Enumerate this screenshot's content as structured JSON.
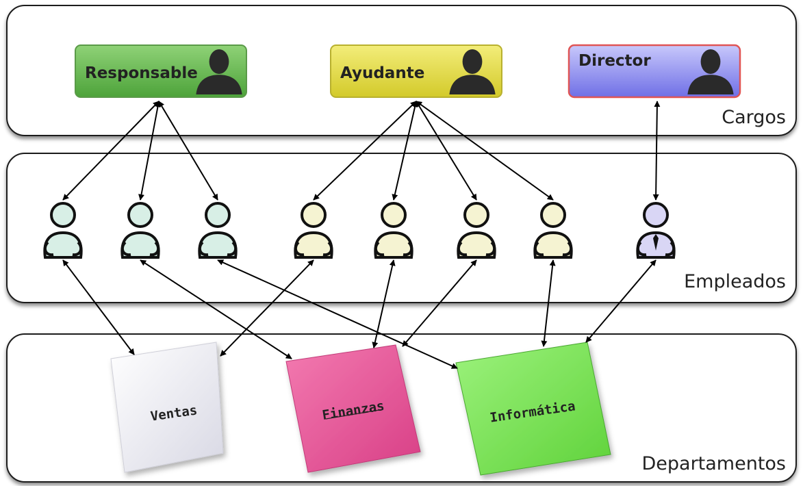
{
  "layers": {
    "cargos": "Cargos",
    "empleados": "Empleados",
    "departamentos": "Departamentos"
  },
  "roles": [
    {
      "id": "responsable",
      "label": "Responsable",
      "color": "#6cbf57",
      "border": "#5a9a48"
    },
    {
      "id": "ayudante",
      "label": "Ayudante",
      "color": "#e8e04a",
      "border": "#b8b02e"
    },
    {
      "id": "director",
      "label": "Director",
      "color": "#8f8ff0",
      "border": "#e05555"
    }
  ],
  "employees": [
    {
      "id": "emp1",
      "role": "responsable",
      "color": "#d8efe6"
    },
    {
      "id": "emp2",
      "role": "responsable",
      "color": "#d8efe6"
    },
    {
      "id": "emp3",
      "role": "responsable",
      "color": "#d8efe6"
    },
    {
      "id": "emp4",
      "role": "ayudante",
      "color": "#f5f3d2"
    },
    {
      "id": "emp5",
      "role": "ayudante",
      "color": "#f5f3d2"
    },
    {
      "id": "emp6",
      "role": "ayudante",
      "color": "#f5f3d2"
    },
    {
      "id": "emp7",
      "role": "ayudante",
      "color": "#f5f3d2"
    },
    {
      "id": "emp8",
      "role": "director",
      "color": "#d9d6f5"
    }
  ],
  "departments": [
    {
      "id": "ventas",
      "label": "Ventas",
      "color": "#f2f2f6"
    },
    {
      "id": "finanzas",
      "label": "Finanzas",
      "color": "#ea5b9a"
    },
    {
      "id": "informatica",
      "label": "Informática",
      "color": "#7ce05a"
    }
  ],
  "role_links": [
    [
      "responsable",
      "emp1"
    ],
    [
      "responsable",
      "emp2"
    ],
    [
      "responsable",
      "emp3"
    ],
    [
      "ayudante",
      "emp4"
    ],
    [
      "ayudante",
      "emp5"
    ],
    [
      "ayudante",
      "emp6"
    ],
    [
      "ayudante",
      "emp7"
    ],
    [
      "director",
      "emp8"
    ]
  ],
  "department_links": [
    [
      "emp1",
      "ventas"
    ],
    [
      "emp4",
      "ventas"
    ],
    [
      "emp2",
      "finanzas"
    ],
    [
      "emp5",
      "finanzas"
    ],
    [
      "emp6",
      "finanzas"
    ],
    [
      "emp3",
      "informatica"
    ],
    [
      "emp7",
      "informatica"
    ],
    [
      "emp8",
      "informatica"
    ]
  ]
}
